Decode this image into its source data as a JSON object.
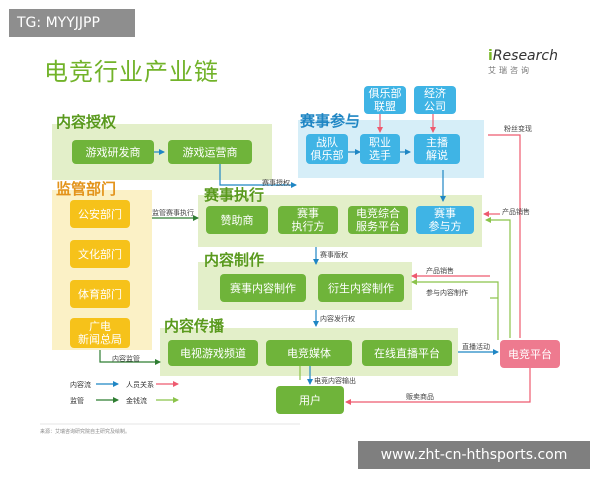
{
  "tag": "TG: MYYJJPP",
  "title": "电竞行业产业链",
  "logo": {
    "prefix": "i",
    "name": "Research",
    "sub": "艾瑞咨询"
  },
  "regions": {
    "content_auth": "内容授权",
    "regulation": "监管部门",
    "events": "赛事参与",
    "execution": "赛事执行",
    "production": "内容制作",
    "distribution": "内容传播"
  },
  "nodes": {
    "game_dev": "游戏研发商",
    "game_op": "游戏运营商",
    "police": "公安部门",
    "culture": "文化部门",
    "sports": "体育部门",
    "broadcast_l1": "广电",
    "broadcast_l2": "新闻总局",
    "club_league_l1": "俱乐部",
    "club_league_l2": "联盟",
    "agency_l1": "经济",
    "agency_l2": "公司",
    "team_club_l1": "战队",
    "team_club_l2": "俱乐部",
    "pro_player_l1": "职业",
    "pro_player_l2": "选手",
    "anchor_l1": "主播",
    "anchor_l2": "解说",
    "sponsor": "赞助商",
    "organizer_l1": "赛事",
    "organizer_l2": "执行方",
    "service_l1": "电竞综合",
    "service_l2": "服务平台",
    "participant_l1": "赛事",
    "participant_l2": "参与方",
    "event_content": "赛事内容制作",
    "derivative_content": "衍生内容制作",
    "tv_channel": "电视游戏频道",
    "esports_media": "电竞媒体",
    "live_platform": "在线直播平台",
    "esports_platform": "电竞平台",
    "user": "用户"
  },
  "edge_labels": {
    "fan_conversion": "粉丝变现",
    "event_auth": "赛事授权",
    "regulate_exec": "监管赛事执行",
    "product_sales_1": "产品销售",
    "event_rights": "赛事版权",
    "product_sales_2": "产品销售",
    "join_content": "参与内容制作",
    "content_rights": "内容发行权",
    "live_activity": "直播活动",
    "content_regulate": "内容监管",
    "event_output": "电竞内容输出",
    "sell_goods": "贩卖商品"
  },
  "legend": {
    "content_flow": "内容流",
    "people_relation": "人员关系",
    "regulation": "监管",
    "money_flow": "金钱流"
  },
  "colors": {
    "content_flow": "#1f86c4",
    "people_relation": "#ee5a6f",
    "regulation": "#2e7d32",
    "money_flow": "#8bc34a"
  },
  "source": "来源：艾瑞咨询研究院自主研究及绘制。",
  "watermark": "www.zht-cn-hthsports.com"
}
